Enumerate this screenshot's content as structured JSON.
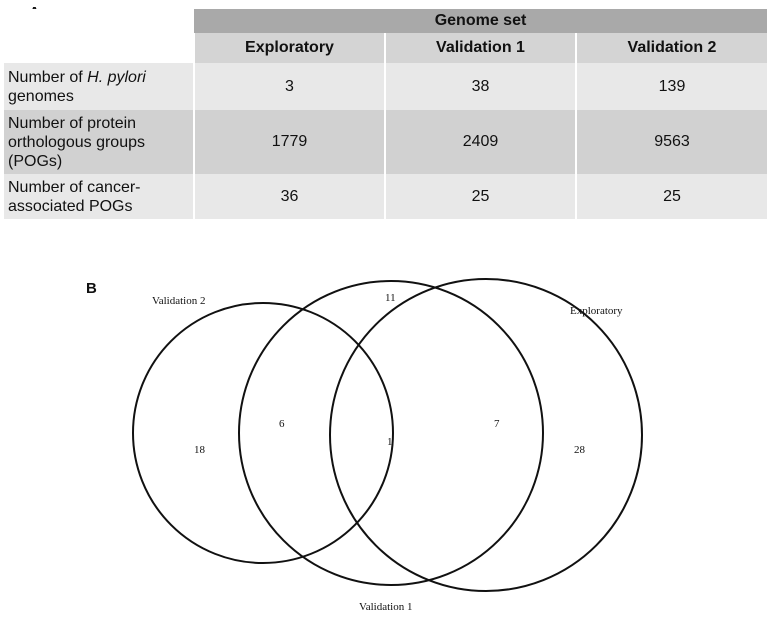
{
  "panel_a": {
    "label": "A",
    "table": {
      "group_header": "Genome set",
      "columns": [
        "Exploratory",
        "Validation 1",
        "Validation 2"
      ],
      "rows": [
        {
          "label_pre": "Number of ",
          "label_italic": "H. pylori",
          "label_post": " genomes",
          "values": [
            "3",
            "38",
            "139"
          ]
        },
        {
          "label": "Number of protein orthologous groups (POGs)",
          "values": [
            "1779",
            "2409",
            "9563"
          ]
        },
        {
          "label": "Number of cancer-associated POGs",
          "values": [
            "36",
            "25",
            "25"
          ]
        }
      ]
    }
  },
  "panel_b": {
    "label": "B",
    "venn": {
      "sets": [
        "Validation 2",
        "Exploratory",
        "Validation 1"
      ],
      "regions": {
        "validation2_only": "18",
        "top_only": "11",
        "exploratory_only": "28",
        "validation2_and_top": "6",
        "top_and_exploratory": "7",
        "all_three": "1"
      }
    }
  },
  "colors": {
    "header_dark": "#a9a9a9",
    "header_light": "#d4d4d4",
    "row_light": "#e8e8e8",
    "row_dark": "#d1d1d1"
  }
}
